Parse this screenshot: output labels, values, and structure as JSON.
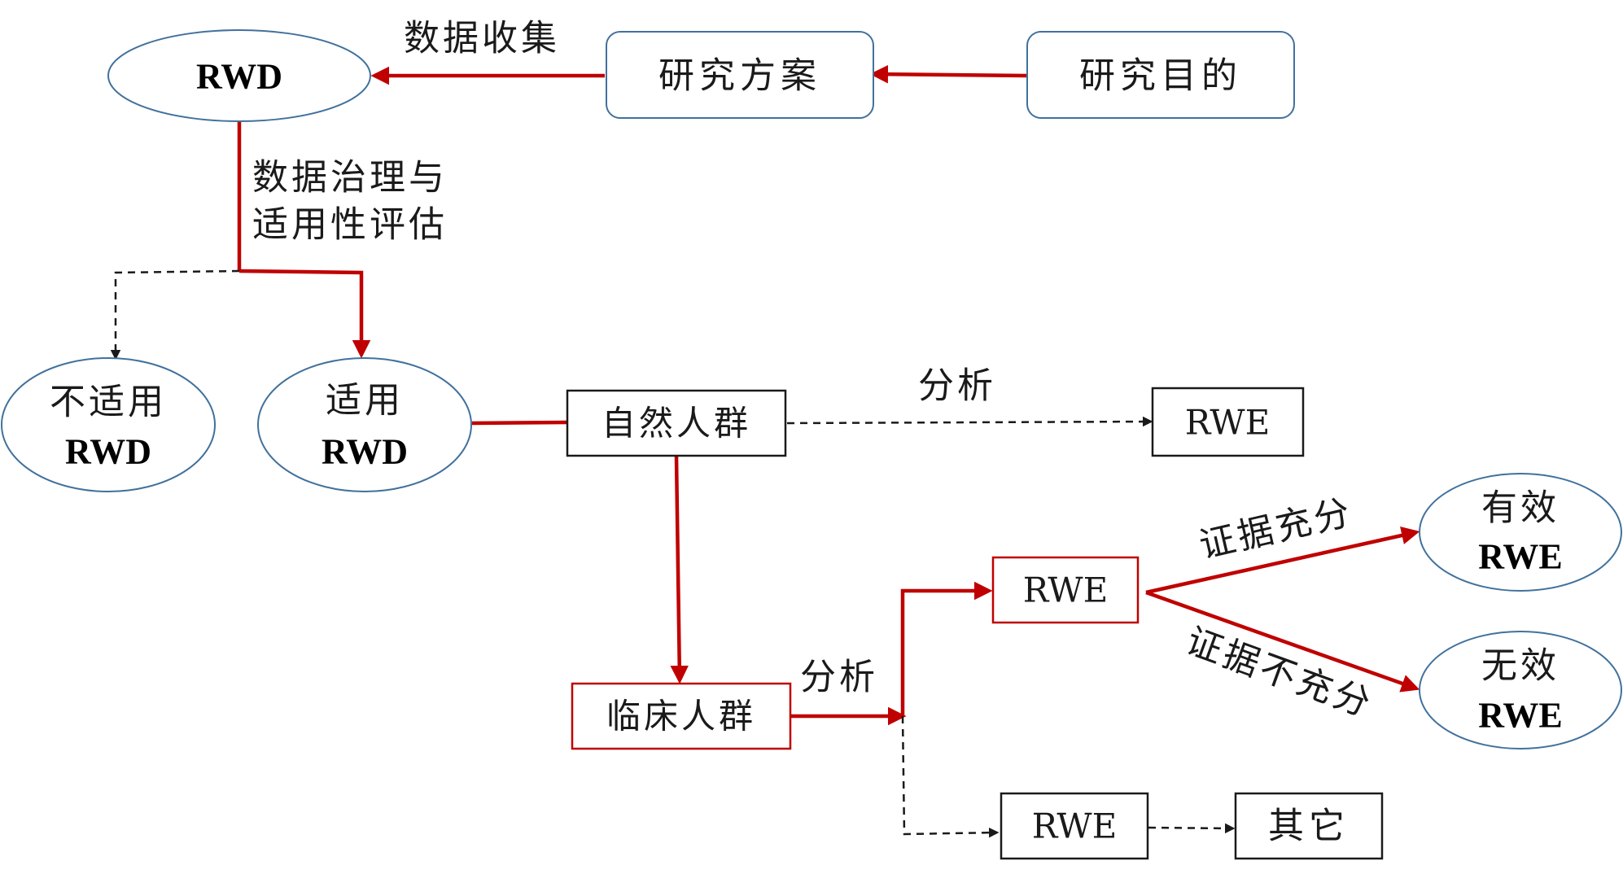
{
  "colors": {
    "accent_red": "#c00000",
    "node_blue_stroke": "#41719c",
    "node_black_stroke": "#1a1a1a"
  },
  "nodes": {
    "rwd_source": "RWD",
    "research_plan": "研究方案",
    "research_goal": "研究目的",
    "unsuitable_line1": "不适用",
    "unsuitable_line2": "RWD",
    "suitable_line1": "适用",
    "suitable_line2": "RWD",
    "natural_population": "自然人群",
    "rwe_natural": "RWE",
    "clinical_population": "临床人群",
    "rwe_clinical": "RWE",
    "effective_line1": "有效",
    "effective_line2": "RWE",
    "ineffective_line1": "无效",
    "ineffective_line2": "RWE",
    "rwe_other": "RWE",
    "other": "其它"
  },
  "edge_labels": {
    "data_collection": "数据收集",
    "governance_line1": "数据治理与",
    "governance_line2": "适用性评估",
    "analysis_natural": "分析",
    "analysis_clinical": "分析",
    "evidence_sufficient": "证据充分",
    "evidence_insufficient": "证据不充分"
  }
}
